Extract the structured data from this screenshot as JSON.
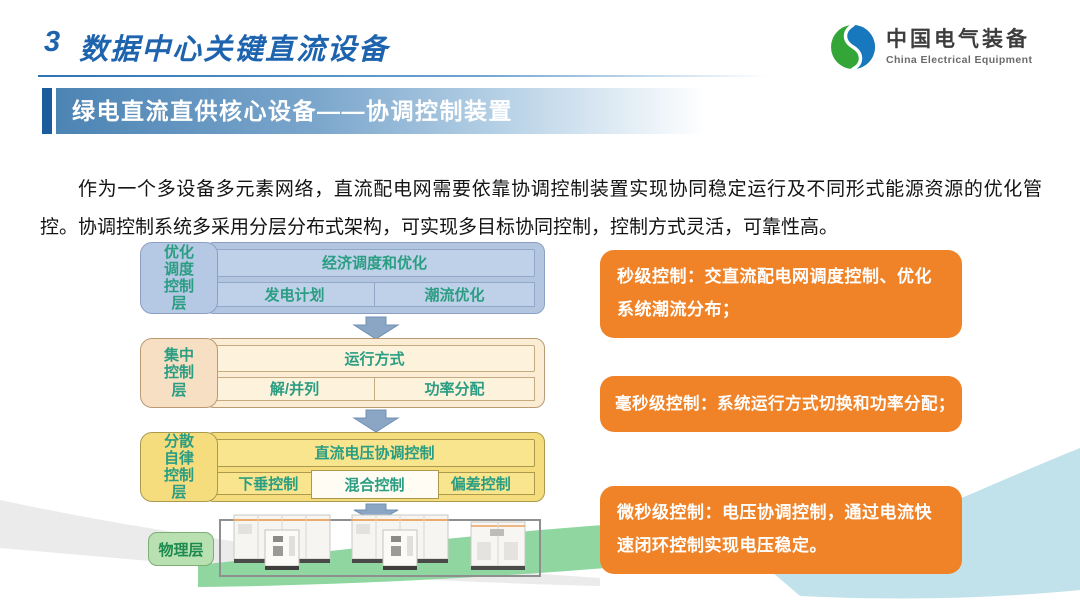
{
  "header": {
    "slide_number": "3",
    "title": "数据中心关键直流设备",
    "logo_cn": "中国电气装备",
    "logo_en": "China Electrical Equipment"
  },
  "banner": {
    "text": "绿电直流直供核心设备——协调控制装置"
  },
  "intro": {
    "text": "作为一个多设备多元素网络，直流配电网需要依靠协调控制装置实现协同稳定运行及不同形式能源资源的优化管控。协调控制系统多采用分层分布式架构，可实现多目标协同控制，控制方式灵活，可靠性高。"
  },
  "diagram": {
    "layers": [
      {
        "label": "优化调度控制层",
        "main": "经济调度和优化",
        "subs": [
          "发电计划",
          "潮流优化"
        ]
      },
      {
        "label": "集中控制层",
        "main": "运行方式",
        "subs": [
          "解/并列",
          "功率分配"
        ]
      },
      {
        "label": "分散自律控制层",
        "main": "直流电压协调控制",
        "subs": [
          "下垂控制",
          "混合控制",
          "偏差控制"
        ]
      },
      {
        "label": "物理层"
      }
    ]
  },
  "callouts": [
    {
      "text": "秒级控制：交直流配电网调度控制、优化系统潮流分布；"
    },
    {
      "text": "毫秒级控制：系统运行方式切换和功率分配；"
    },
    {
      "text": "微秒级控制：电压协调控制，通过电流快速闭环控制实现电压稳定。"
    }
  ],
  "colors": {
    "title_blue": "#1e63ae",
    "banner_bar_blue": "#1c5c9d",
    "banner_gradient_blue": "#4c84b4",
    "accent_orange": "#f08327",
    "diagram_text_teal": "#2a9d82",
    "layer1_fill": "#b3c6e0",
    "layer2_fill": "#fbecd4",
    "layer3_fill": "#f5dd7e",
    "physical_label_green": "#b9e0b0",
    "arrow_blue_gray": "#8ba6c5",
    "wave_green": "#8fd6a1",
    "wave_teal": "#c2e2eb",
    "wave_gray": "#ebebeb"
  }
}
